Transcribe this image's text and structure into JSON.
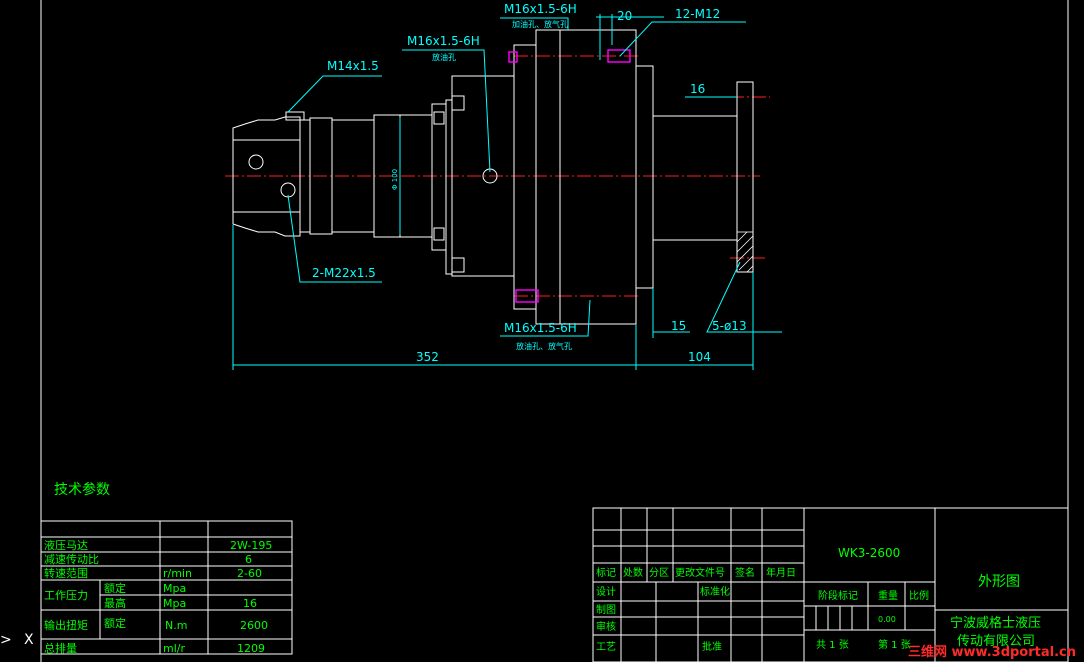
{
  "colors": {
    "background": "#000000",
    "frame": "#ffffff",
    "part_outline": "#ffffff",
    "dimension": "#00ffff",
    "center_line": "#ff2020",
    "port": "#ff00ff",
    "table_line": "#ffffff",
    "table_text": "#00ff00",
    "watermark": "#ff2a2a"
  },
  "dimensions": {
    "top_port_label": "M16x1.5-6H",
    "top_port_note": "加油孔、放气孔",
    "mid_port_label": "M16x1.5-6H",
    "mid_port_note": "放油孔",
    "dim_20": "20",
    "thread_12": "12-M12",
    "thread_m14": "M14x1.5",
    "dim_16": "16",
    "shaft_dia": "Φ 100",
    "thread_m22": "2-M22x1.5",
    "bottom_port_label": "M16x1.5-6H",
    "bottom_port_note": "放油孔、放气孔",
    "dim_15": "15",
    "holes_5": "5-ø13",
    "dim_352": "352",
    "dim_104": "104"
  },
  "tech_params": {
    "heading": "技术参数",
    "rows": [
      {
        "name": "液压马达",
        "sub": "",
        "unit": "",
        "value": "2W-195"
      },
      {
        "name": "减速传动比",
        "sub": "",
        "unit": "",
        "value": "6"
      },
      {
        "name": "转速范围",
        "sub": "",
        "unit": "r/min",
        "value": "2-60"
      },
      {
        "name": "工作压力",
        "sub": "额定",
        "unit": "Mpa",
        "value": ""
      },
      {
        "name": "",
        "sub": "最高",
        "unit": "Mpa",
        "value": "16"
      },
      {
        "name": "输出扭矩",
        "sub": "额定",
        "unit": "N.m",
        "value": "2600"
      },
      {
        "name": "总排量",
        "sub": "",
        "unit": "ml/r",
        "value": "1209"
      }
    ]
  },
  "title_block": {
    "model": "WK3-2600",
    "drawing_name": "外形图",
    "company_line1": "宁波威格士液压",
    "company_line2": "传动有限公司",
    "header": [
      "标记",
      "处数",
      "分区",
      "更改文件号",
      "签名",
      "年月日"
    ],
    "design": "设计",
    "standardize": "标准化",
    "drafting": "制图",
    "review": "审核",
    "process": "工艺",
    "approve": "批准",
    "stage_mark": "阶段标记",
    "weight": "重量",
    "scale": "比例",
    "weight_value": "0.00",
    "sheets": "共 1 张",
    "sheet_no": "第 1 张"
  },
  "command_prompt": ">",
  "cursor_glyph": "X",
  "watermark": "三维网 www.3dportal.cn"
}
